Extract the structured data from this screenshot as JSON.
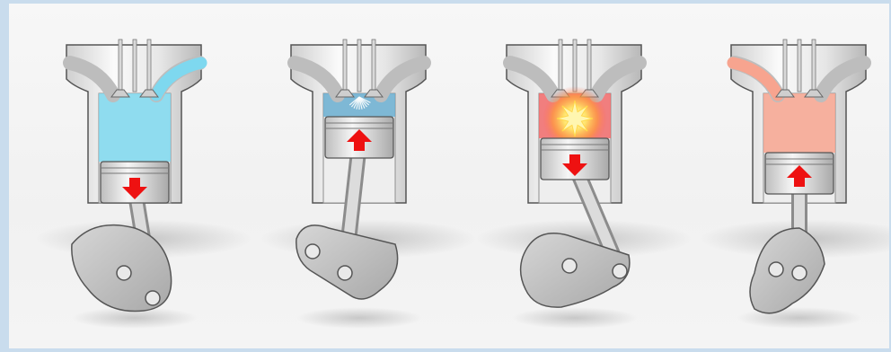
{
  "figure": {
    "stages": [
      {
        "id": "intake",
        "gas_color": "#7ed8ef",
        "piston_direction": "down",
        "crank_variant": "a",
        "effect": "none",
        "intake_port_flow": true,
        "exhaust_port_flow": false
      },
      {
        "id": "compression",
        "gas_color": "#6aaed0",
        "piston_direction": "up",
        "crank_variant": "b",
        "effect": "spray",
        "intake_port_flow": false,
        "exhaust_port_flow": false
      },
      {
        "id": "power",
        "gas_color": "#f16a6a",
        "piston_direction": "down",
        "crank_variant": "c",
        "effect": "spark",
        "intake_port_flow": false,
        "exhaust_port_flow": false
      },
      {
        "id": "exhaust",
        "gas_color": "#f7a48f",
        "piston_direction": "up",
        "crank_variant": "d",
        "effect": "none",
        "intake_port_flow": false,
        "exhaust_port_flow": true
      }
    ],
    "colors": {
      "metal_light": "#f2f2f2",
      "metal_dark": "#9a9a9a",
      "outline": "#555555",
      "arrow": "#ee1111",
      "frame": "#c9dced"
    }
  }
}
